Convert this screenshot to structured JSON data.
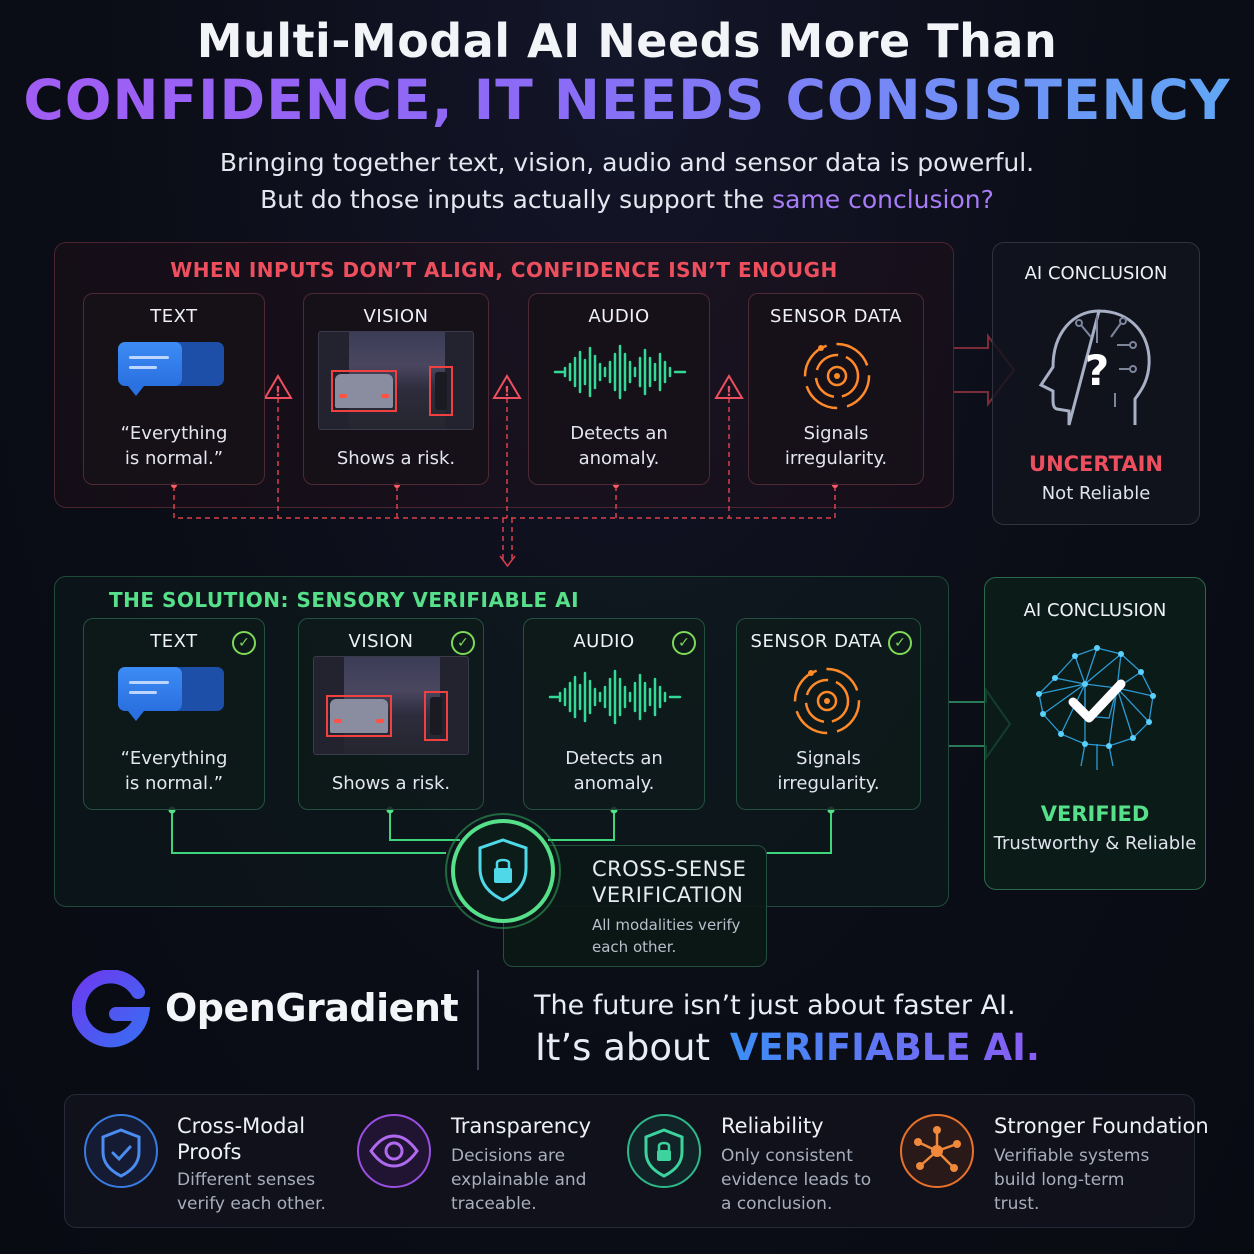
{
  "header": {
    "title_line1": "Multi-Modal AI Needs More Than",
    "title_line2": "CONFIDENCE, IT NEEDS CONSISTENCY",
    "subtitle_line1": "Bringing together text, vision, audio and sensor data is powerful.",
    "subtitle_line2_pre": "But do those inputs actually support the ",
    "subtitle_line2_highlight": "same conclusion?"
  },
  "problem": {
    "heading": "WHEN INPUTS DON’T ALIGN, CONFIDENCE ISN’T ENOUGH",
    "cards": [
      {
        "title": "TEXT",
        "line1": "“Everything",
        "line2": "is normal.”",
        "icon": "chat-bubble-icon"
      },
      {
        "title": "VISION",
        "line1": "Shows a risk.",
        "line2": "",
        "icon": "street-camera-image"
      },
      {
        "title": "AUDIO",
        "line1": "Detects an",
        "line2": "anomaly.",
        "icon": "waveform-icon"
      },
      {
        "title": "SENSOR DATA",
        "line1": "Signals",
        "line2": "irregularity.",
        "icon": "radar-sensor-icon"
      }
    ],
    "conclusion": {
      "label": "AI CONCLUSION",
      "status": "UNCERTAIN",
      "detail": "Not Reliable",
      "icon": "head-question-icon"
    }
  },
  "solution": {
    "heading": "THE SOLUTION: SENSORY VERIFIABLE AI",
    "cards": [
      {
        "title": "TEXT",
        "line1": "“Everything",
        "line2": "is normal.”",
        "icon": "chat-bubble-icon"
      },
      {
        "title": "VISION",
        "line1": "Shows a risk.",
        "line2": "",
        "icon": "street-camera-image"
      },
      {
        "title": "AUDIO",
        "line1": "Detects an",
        "line2": "anomaly.",
        "icon": "waveform-icon"
      },
      {
        "title": "SENSOR DATA",
        "line1": "Signals",
        "line2": "irregularity.",
        "icon": "radar-sensor-icon"
      }
    ],
    "verification": {
      "title_line1": "CROSS-SENSE",
      "title_line2": "VERIFICATION",
      "desc_line1": "All modalities verify",
      "desc_line2": "each other.",
      "icon": "shield-lock-icon"
    },
    "conclusion": {
      "label": "AI CONCLUSION",
      "status": "VERIFIED",
      "detail": "Trustworthy & Reliable",
      "icon": "brain-check-icon"
    }
  },
  "brand": {
    "name": "OpenGradient",
    "tagline_line1": "The future isn’t just about faster AI.",
    "tagline_line2_pre": "It’s about ",
    "tagline_line2_highlight": "VERIFIABLE AI."
  },
  "features": [
    {
      "title_line1": "Cross-Modal",
      "title_line2": "Proofs",
      "desc": [
        "Different senses",
        "verify each other."
      ],
      "icon": "shield-check-icon",
      "color": "#3a7be0"
    },
    {
      "title_line1": "Transparency",
      "title_line2": "",
      "desc": [
        "Decisions are",
        "explainable and",
        "traceable."
      ],
      "icon": "eye-icon",
      "color": "#9a4fe0"
    },
    {
      "title_line1": "Reliability",
      "title_line2": "",
      "desc": [
        "Only consistent",
        "evidence leads to",
        "a conclusion."
      ],
      "icon": "shield-lock-icon",
      "color": "#2fb78a"
    },
    {
      "title_line1": "Stronger Foundation",
      "title_line2": "",
      "desc": [
        "Verifiable systems",
        "build long-term",
        "trust."
      ],
      "icon": "network-nodes-icon",
      "color": "#e8722a"
    }
  ],
  "colors": {
    "red_accent": "#ee4f5e",
    "green_accent": "#56e08a",
    "purple_accent": "#a25cf4",
    "blue_accent": "#5fa8f5"
  }
}
